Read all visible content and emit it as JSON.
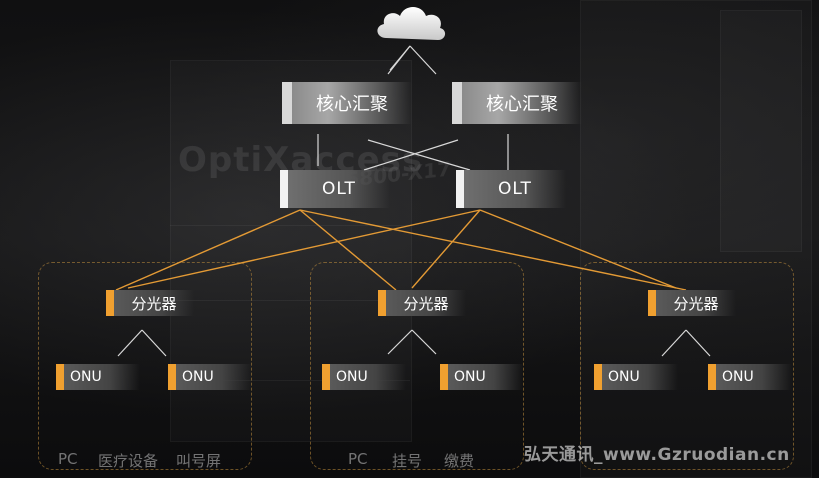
{
  "colors": {
    "accent": "#f0a030",
    "line_orange": "#e39a35",
    "line_white": "#d8d8d8",
    "group_border": "#be8c3c"
  },
  "background_text": {
    "brand": "OptiXaccess",
    "model": "MA5800-X17"
  },
  "cloud": {
    "icon": "cloud-icon"
  },
  "core": [
    {
      "id": "core-1",
      "label": "核心汇聚"
    },
    {
      "id": "core-2",
      "label": "核心汇聚"
    }
  ],
  "olt": [
    {
      "id": "olt-1",
      "label": "OLT"
    },
    {
      "id": "olt-2",
      "label": "OLT"
    }
  ],
  "splitters": [
    {
      "id": "splitter-1",
      "label": "分光器"
    },
    {
      "id": "splitter-2",
      "label": "分光器"
    },
    {
      "id": "splitter-3",
      "label": "分光器"
    }
  ],
  "onus": [
    {
      "id": "onu-1",
      "label": "ONU"
    },
    {
      "id": "onu-2",
      "label": "ONU"
    },
    {
      "id": "onu-3",
      "label": "ONU"
    },
    {
      "id": "onu-4",
      "label": "ONU"
    },
    {
      "id": "onu-5",
      "label": "ONU"
    },
    {
      "id": "onu-6",
      "label": "ONU"
    }
  ],
  "bottom_labels": {
    "group1": [
      "PC",
      "医疗设备",
      "叫号屏"
    ],
    "group2": [
      "PC",
      "挂号",
      "缴费"
    ]
  },
  "watermark": "弘天通讯_www.Gzruodian.cn"
}
